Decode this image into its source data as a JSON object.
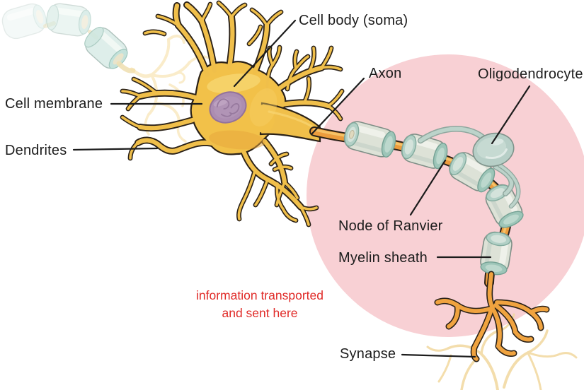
{
  "diagram": {
    "title": "Neuron anatomy diagram",
    "background_color": "#ffffff",
    "highlight_circle_color": "#f8d0d4",
    "labels": {
      "cell_body": "Cell body (soma)",
      "cell_membrane": "Cell membrane",
      "dendrites": "Dendrites",
      "axon": "Axon",
      "oligodendrocyte": "Oligodendrocyte",
      "node_of_ranvier": "Node of Ranvier",
      "myelin_sheath": "Myelin sheath",
      "synapse": "Synapse"
    },
    "annotation": {
      "line1": "information transported",
      "line2": "and sent here",
      "color": "#e02b28"
    },
    "colors": {
      "neuron_body": "#f2c149",
      "neuron_outline": "#2a2118",
      "nucleus": "#ac8db1",
      "axon_core": "#ec9c3d",
      "myelin_body": "#dde2d7",
      "myelin_rim_teal": "#9dc5b8",
      "oligodendrocyte": "#b7cfc7",
      "presynaptic_myelin": "#dcede9",
      "faint_fiber": "#f7e0a8"
    }
  }
}
